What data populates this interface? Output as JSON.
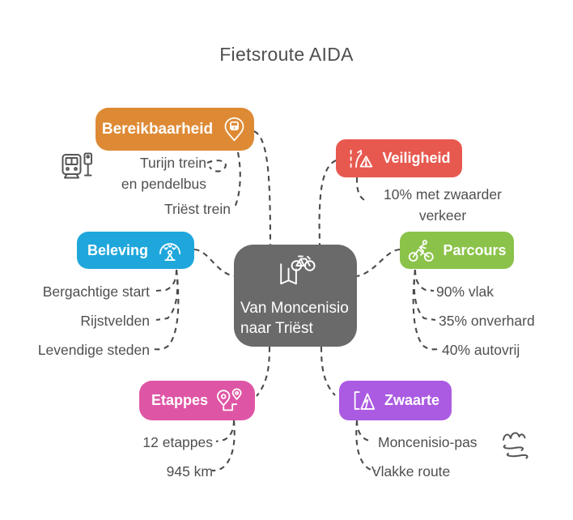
{
  "title": "Fietsroute AIDA",
  "center": {
    "line1": "Van Moncenisio",
    "line2": "naar Triëst",
    "color": "#6a6a6a",
    "icon": "map-bicycle-icon"
  },
  "branches": {
    "bereikbaarheid": {
      "label": "Bereikbaarheid",
      "color": "#de8a35",
      "icon": "transit-pin-icon",
      "items": [
        "Turijn trein\nen pendelbus",
        "Triëst trein"
      ]
    },
    "veiligheid": {
      "label": "Veiligheid",
      "color": "#e7594f",
      "icon": "road-warning-icon",
      "items": [
        "10% met zwaarder\nverkeer"
      ]
    },
    "beleving": {
      "label": "Beleving",
      "color": "#1fa7dc",
      "icon": "attraction-icon",
      "items": [
        "Bergachtige start",
        "Rijstvelden",
        "Levendige steden"
      ]
    },
    "parcours": {
      "label": "Parcours",
      "color": "#8bc34a",
      "icon": "cyclist-icon",
      "items": [
        "90% vlak",
        "35% onverhard",
        "40% autovrij"
      ]
    },
    "etappes": {
      "label": "Etappes",
      "color": "#df55a5",
      "icon": "route-pins-icon",
      "items": [
        "12 etappes",
        "945 km"
      ]
    },
    "zwaarte": {
      "label": "Zwaarte",
      "color": "#ab5ae2",
      "icon": "mountain-icon",
      "items": [
        "Moncenisio-pas",
        "Vlakke route"
      ]
    }
  },
  "decorations": {
    "train": "train-icon",
    "mountains": "mountain-pass-icon"
  },
  "colors": {
    "connector": "#4a4a4a",
    "text": "#4f4f4f",
    "background": "#ffffff"
  }
}
